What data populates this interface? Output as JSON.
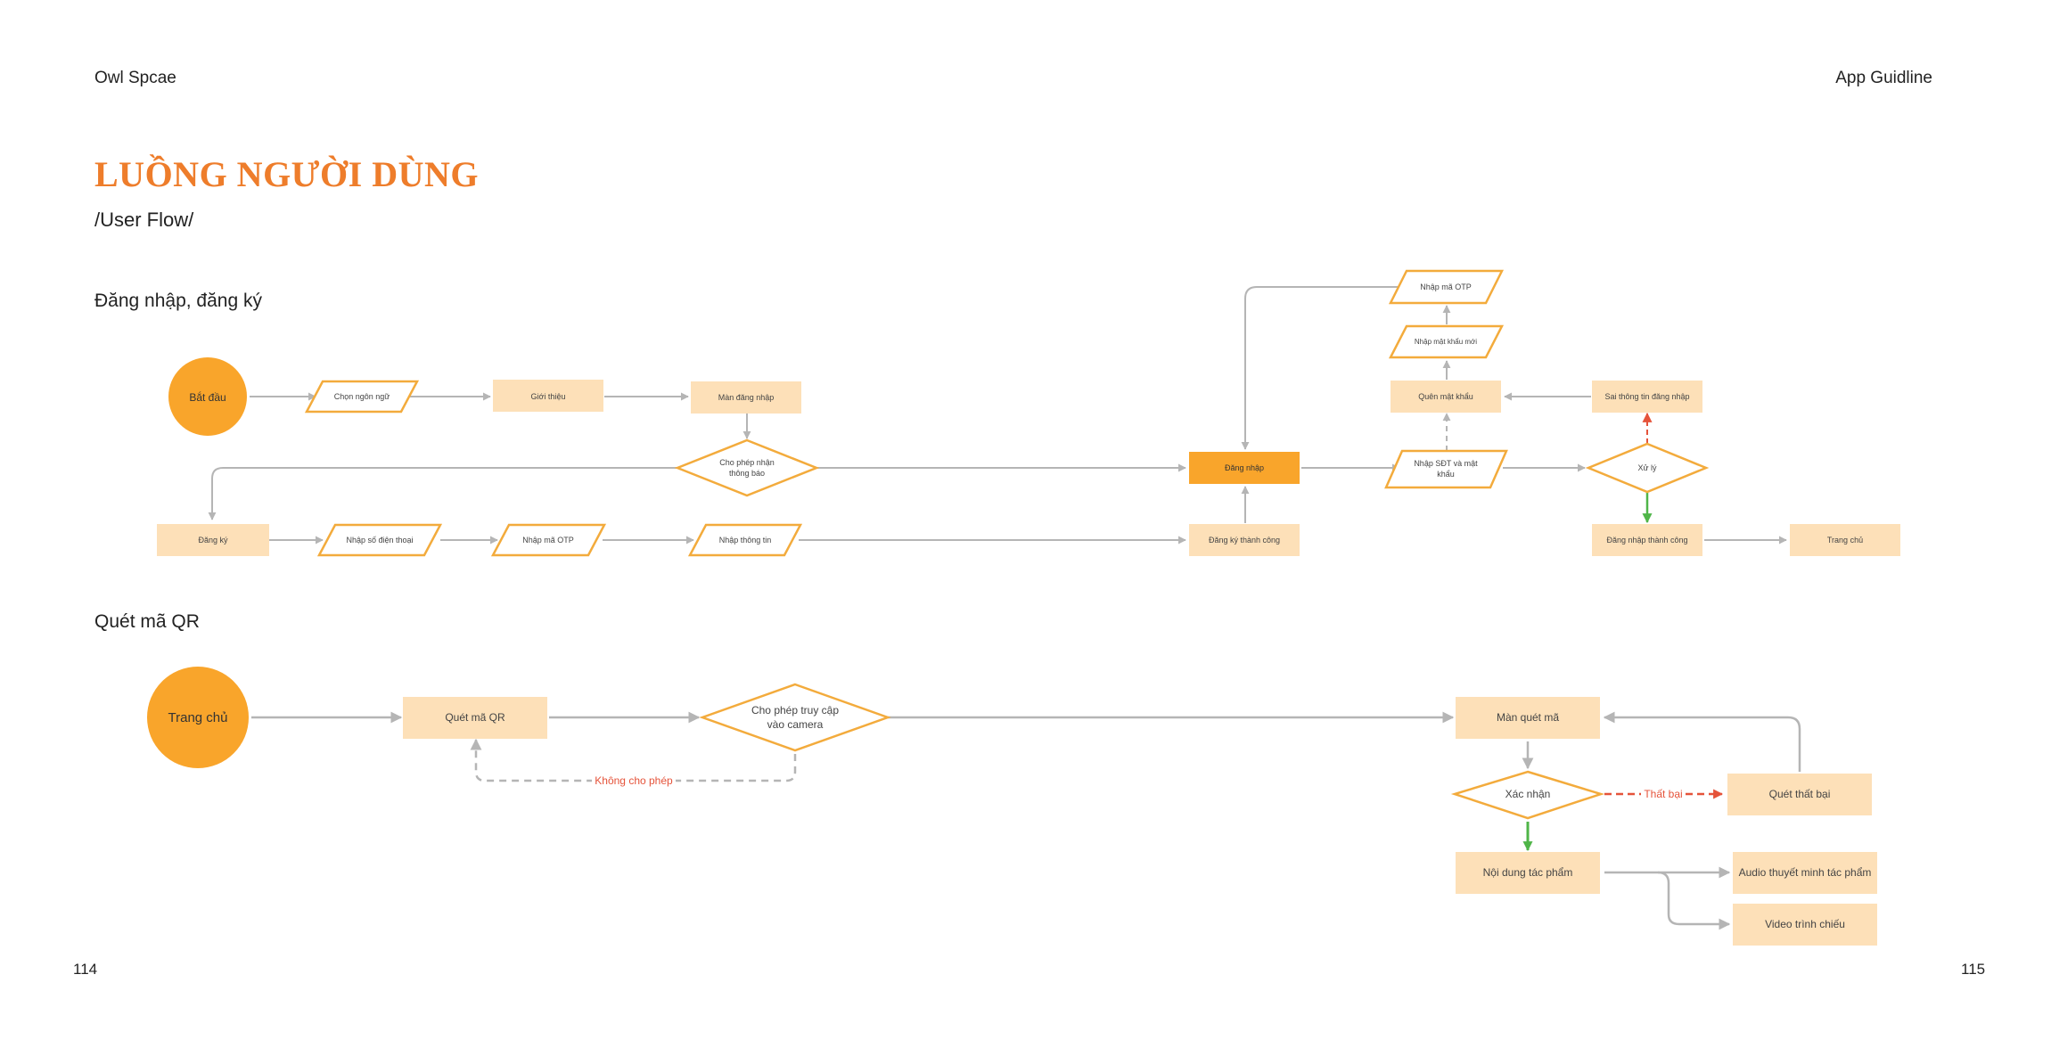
{
  "header": {
    "brand": "Owl Spcae",
    "guide": "App Guidline"
  },
  "title": "LUỒNG NGƯỜI DÙNG",
  "subtitle": "/User Flow/",
  "sections": {
    "login": "Đăng nhập, đăng ký",
    "qr": "Quét mã QR"
  },
  "pages": {
    "left": "114",
    "right": "115"
  },
  "colors": {
    "accent": "#ee7d2b",
    "start": "#f9a52b",
    "box": "#fde0b8",
    "stroke": "#f3ab3c",
    "connector": "#b5b5b5",
    "error": "#e5533a",
    "success": "#4fb548"
  },
  "login_flow": {
    "start": "Bắt đầu",
    "choose_language": "Chọn ngôn ngữ",
    "intro": "Giới thiệu",
    "login_screen": "Màn đăng nhập",
    "allow_notify_1": "Cho phép nhận",
    "allow_notify_2": "thông báo",
    "register": "Đăng ký",
    "enter_phone": "Nhập số điện thoại",
    "enter_otp": "Nhập mã OTP",
    "enter_info": "Nhập thông tin",
    "register_success": "Đăng ký thành công",
    "login": "Đăng nhập",
    "enter_phone_pw_1": "Nhập SĐT và mật",
    "enter_phone_pw_2": "khẩu",
    "forgot_pw": "Quên mật khẩu",
    "new_pw": "Nhập mật khẩu mới",
    "otp_top": "Nhập mã OTP",
    "process": "Xử lý",
    "wrong_info": "Sai thông tin đăng nhập",
    "login_success": "Đăng nhập thành công",
    "home": "Trang chủ"
  },
  "qr_flow": {
    "home": "Trang chủ",
    "scan_qr": "Quét mã QR",
    "allow_camera_1": "Cho phép truy cập",
    "allow_camera_2": "vào camera",
    "deny": "Không cho phép",
    "scan_screen": "Màn quét mã",
    "confirm": "Xác nhận",
    "fail": "Thất bại",
    "scan_failed": "Quét thất bại",
    "content": "Nội dung tác phẩm",
    "audio": "Audio thuyết minh tác phẩm",
    "video": "Video trình chiếu"
  }
}
